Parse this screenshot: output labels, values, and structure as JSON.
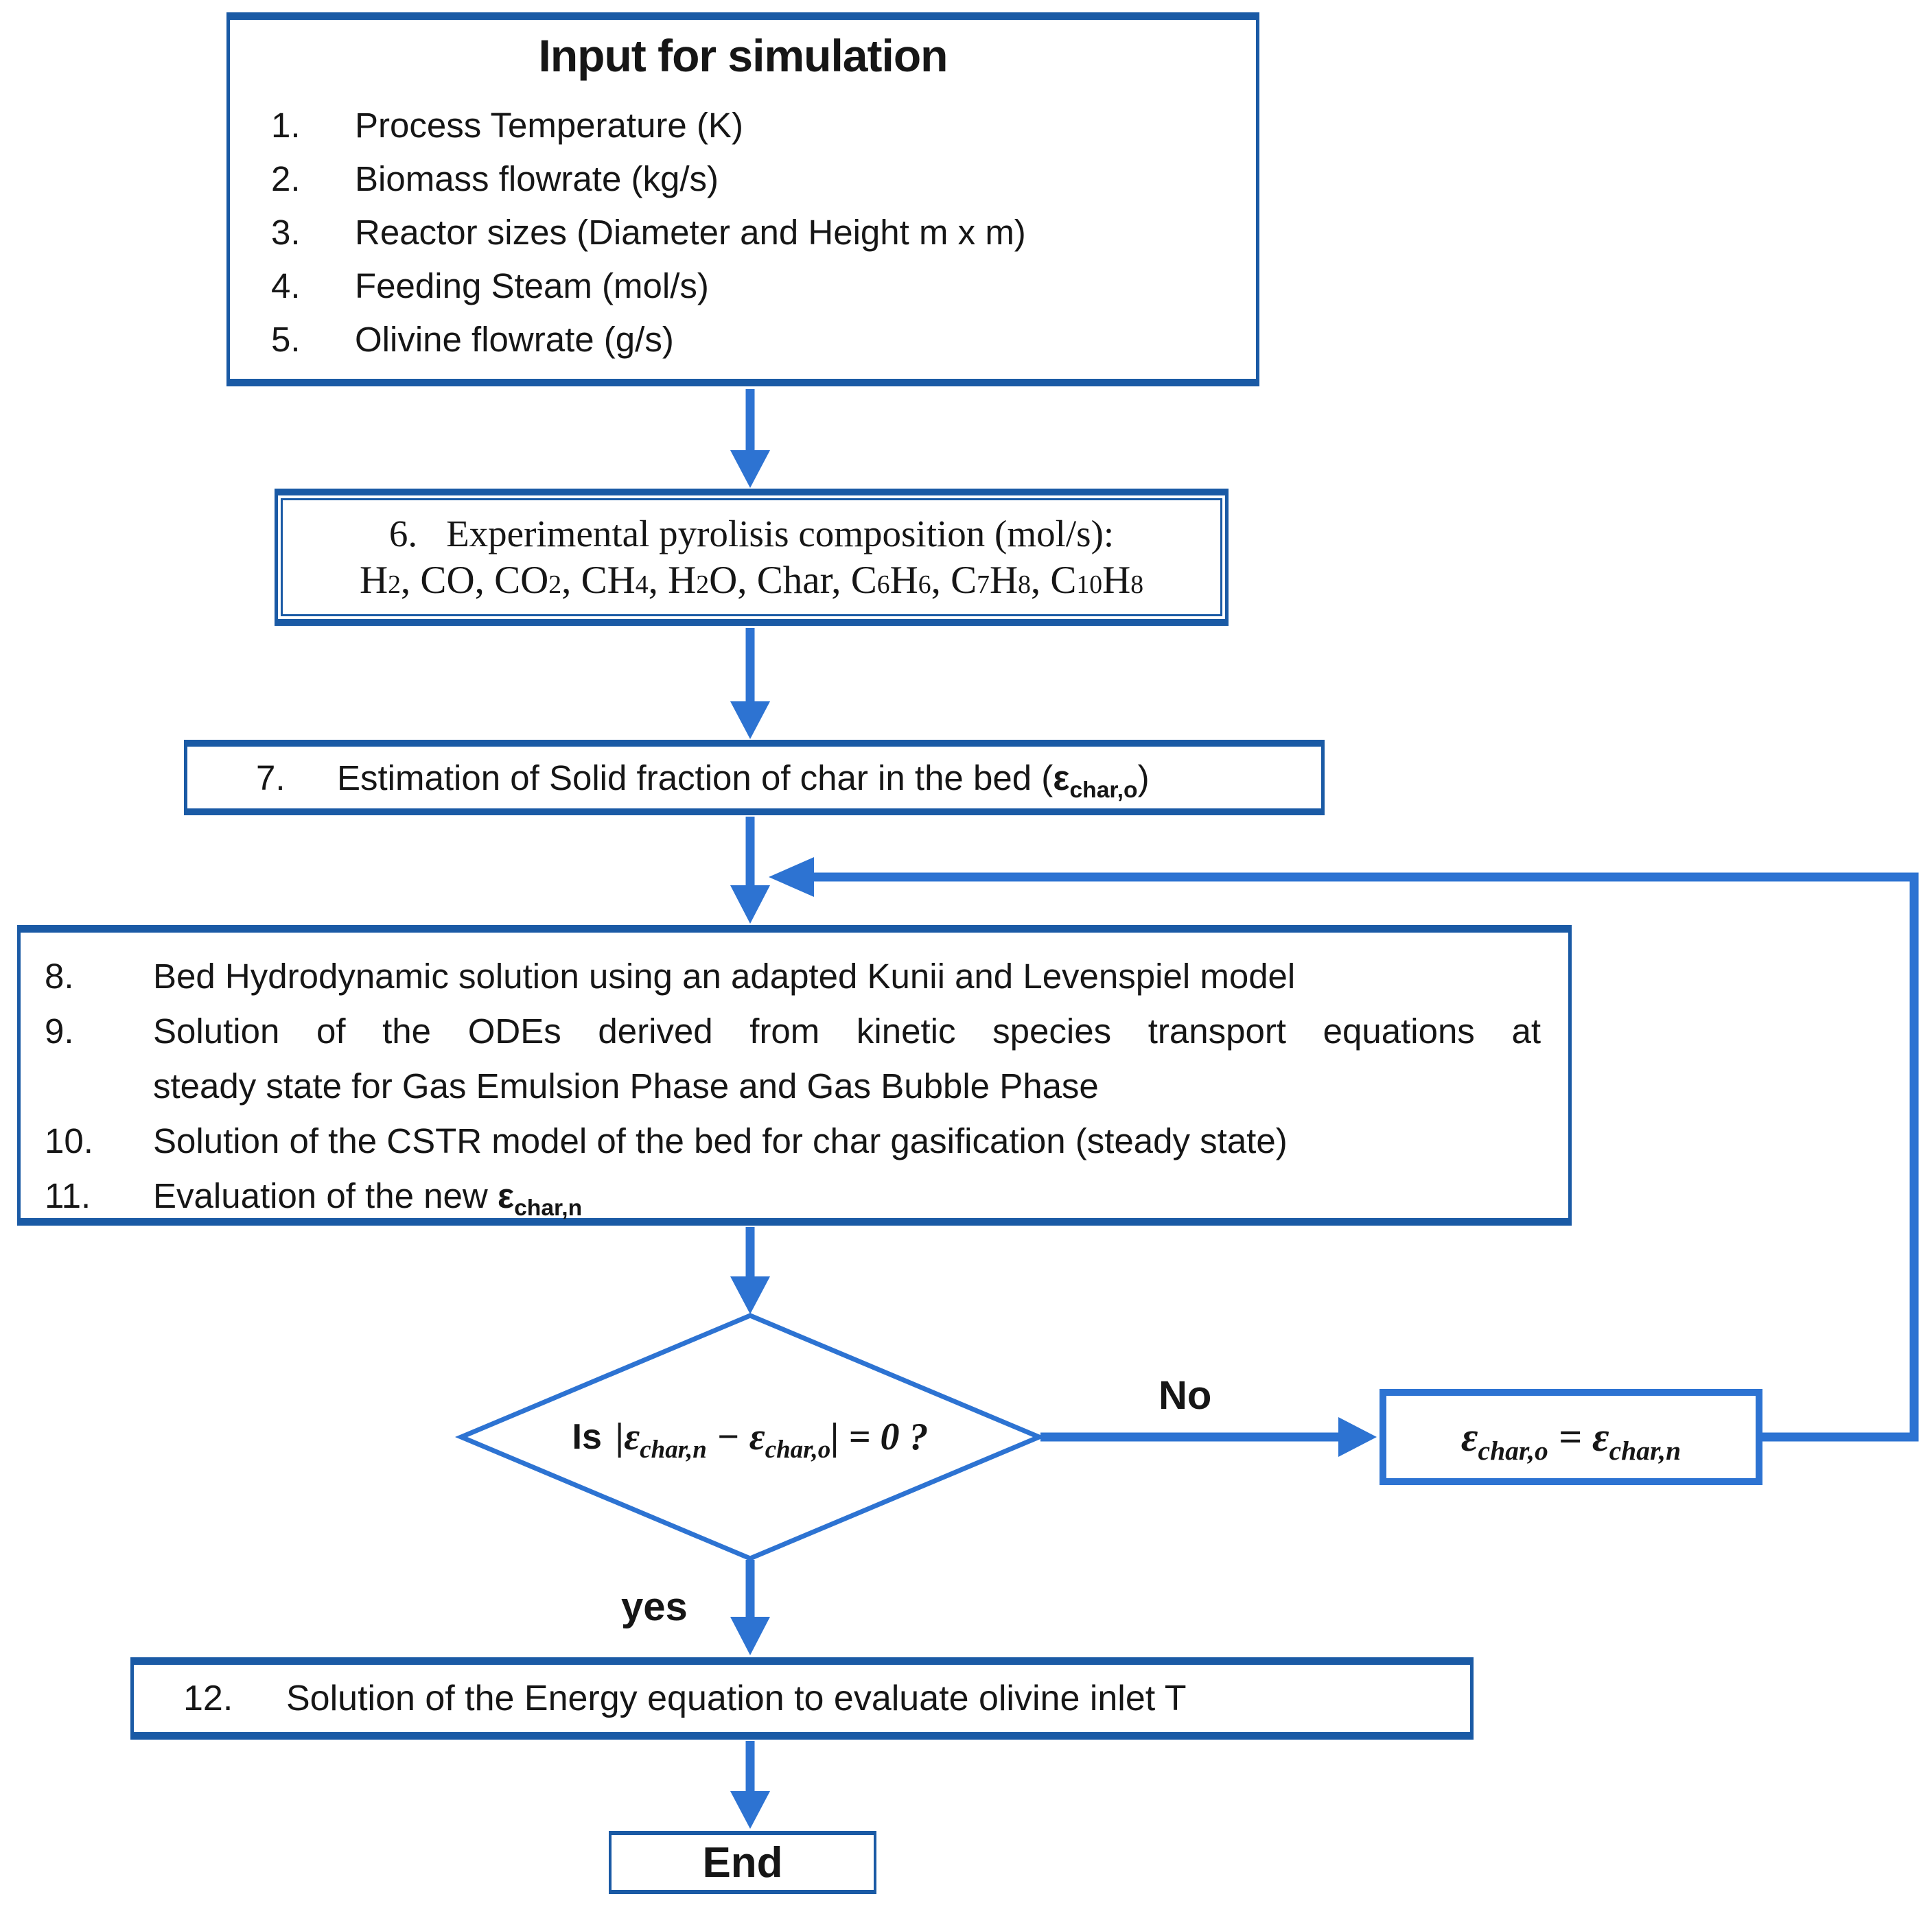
{
  "colors": {
    "bg": "#ffffff",
    "text": "#161616",
    "border": "#1a5aa5",
    "arrow": "#2d73d2"
  },
  "input_box": {
    "title": "Input for simulation",
    "items": [
      {
        "num": "1.",
        "text": "Process Temperature (K)"
      },
      {
        "num": "2.",
        "text": "Biomass flowrate (kg/s)"
      },
      {
        "num": "3.",
        "text": "Reactor sizes (Diameter and Height m x m)"
      },
      {
        "num": "4.",
        "text": "Feeding Steam (mol/s)"
      },
      {
        "num": "5.",
        "text": "Olivine flowrate (g/s)"
      }
    ]
  },
  "pyrolysis_box": {
    "num": "6.",
    "heading": "Experimental pyrolisis composition (mol/s):",
    "formula": "H_{2}, CO, CO_{2}, CH_{4}, H_{2}O, Char, C_{6}H_{6}, C_{7}H_{8}, C_{10}H_{8}"
  },
  "estimation_box": {
    "num": "7.",
    "text": "Estimation of Solid fraction of char in the bed (",
    "epsilon": "ε_{char,o}",
    "suffix": ")"
  },
  "solver_box": {
    "items": [
      {
        "num": "8.",
        "lines": [
          "Bed Hydrodynamic solution using an adapted Kunii and Levenspiel model"
        ]
      },
      {
        "num": "9.",
        "lines": [
          "Solution of the ODEs derived from kinetic species transport equations at",
          "steady state for Gas Emulsion Phase and Gas Bubble Phase"
        ]
      },
      {
        "num": "10.",
        "lines": [
          "Solution of the CSTR model of the bed for char gasification (steady state)"
        ]
      },
      {
        "num": "11.",
        "lines": [
          "Evaluation of the new "
        ],
        "epsilon": "ε_{char,n}"
      }
    ]
  },
  "decision": {
    "prefix": "Is",
    "expression": "|ε_{char,n} − ε_{char,o}| = 0 ?",
    "no_label": "No",
    "yes_label": "yes"
  },
  "assign_box": {
    "expression": "ε_{char,o} = ε_{char,n}"
  },
  "energy_box": {
    "num": "12.",
    "text": "Solution of the Energy equation to evaluate olivine inlet T"
  },
  "end_box": {
    "label": "End"
  }
}
